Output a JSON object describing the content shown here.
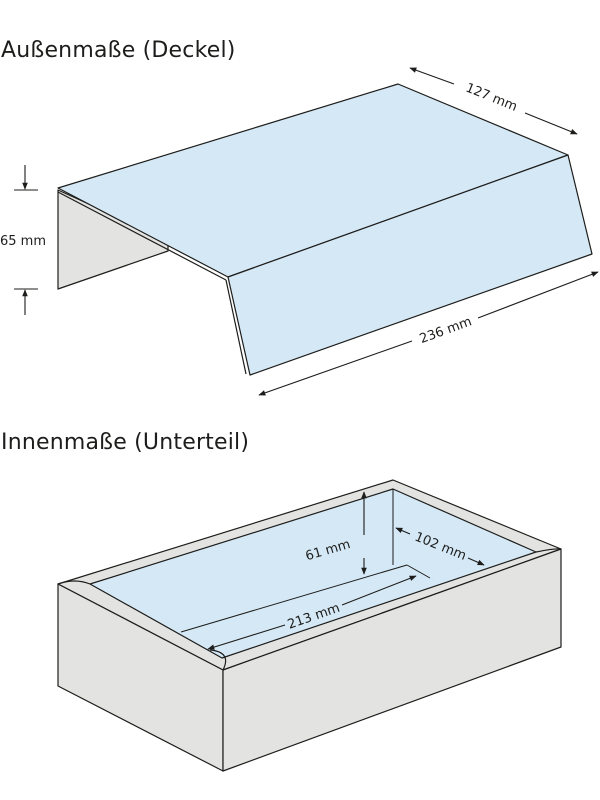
{
  "lid": {
    "title": "Außenmaße (Deckel)",
    "dims": {
      "depth": "127 mm",
      "height": "65 mm",
      "length": "236 mm"
    }
  },
  "base": {
    "title": "Innenmaße (Unterteil)",
    "dims": {
      "height": "61 mm",
      "depth": "102 mm",
      "length": "213 mm"
    }
  },
  "colors": {
    "panel_blue": "#d5e8f6",
    "panel_grey": "#e3e4e2",
    "outline": "#1d1d1b"
  }
}
